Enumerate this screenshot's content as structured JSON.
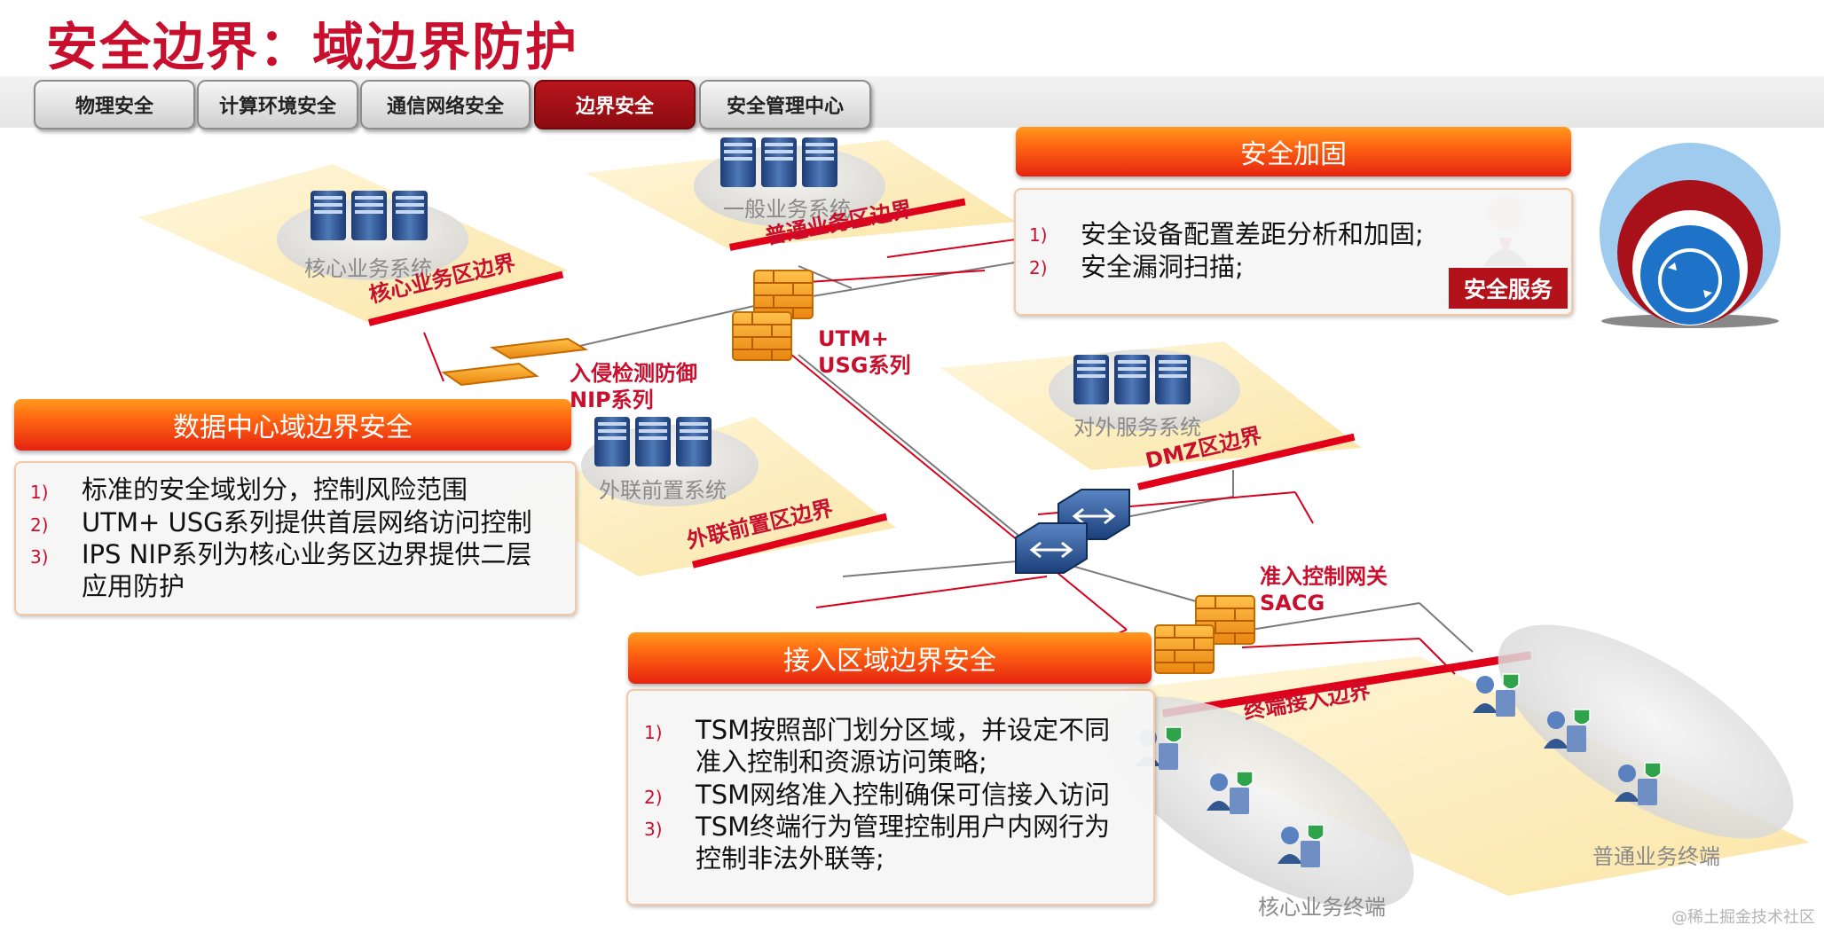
{
  "title": "安全边界：域边界防护",
  "tabs": [
    {
      "label": "物理安全",
      "active": false
    },
    {
      "label": "计算环境安全",
      "active": false
    },
    {
      "label": "通信网络安全",
      "active": false
    },
    {
      "label": "边界安全",
      "active": true
    },
    {
      "label": "安全管理中心",
      "active": false
    }
  ],
  "hardening": {
    "header": "安全加固",
    "items": [
      {
        "num": "1)",
        "text": "安全设备配置差距分析和加固;"
      },
      {
        "num": "2)",
        "text": "安全漏洞扫描;"
      }
    ],
    "service_badge": "安全服务"
  },
  "datacenter": {
    "header": "数据中心域边界安全",
    "items": [
      {
        "num": "1)",
        "text": "标准的安全域划分，控制风险范围"
      },
      {
        "num": "2)",
        "text": "UTM+ USG系列提供首层网络访问控制"
      },
      {
        "num": "3)",
        "line1": "IPS NIP系列为核心业务区边界提供二层",
        "line2": "应用防护"
      }
    ]
  },
  "access": {
    "header": "接入区域边界安全",
    "items": [
      {
        "num": "1)",
        "line1": "TSM按照部门划分区域，并设定不同",
        "line2": "准入控制和资源访问策略;"
      },
      {
        "num": "2)",
        "text": "TSM网络准入控制确保可信接入访问"
      },
      {
        "num": "3)",
        "line1": "TSM终端行为管理控制用户内网行为",
        "line2": "控制非法外联等;"
      }
    ]
  },
  "systems": {
    "core": "核心业务系统",
    "general": "一般业务系统",
    "external_service": "对外服务系统",
    "front": "外联前置系统",
    "core_terminal": "核心业务终端",
    "general_terminal": "普通业务终端"
  },
  "boundaries": {
    "core": "核心业务区边界",
    "general": "普通业务区边界",
    "dmz": "DMZ区边界",
    "front": "外联前置区边界",
    "terminal": "终端接入边界"
  },
  "devices": {
    "utm_line1": "UTM+",
    "utm_line2": "USG系列",
    "nip_line1": "入侵检测防御",
    "nip_line2": "NIP系列",
    "sacg_line1": "准入控制网关",
    "sacg_line2": "SACG"
  },
  "watermark": "@稀土掘金技术社区",
  "colors": {
    "accent_red": "#c8102e",
    "tab_active": "#a3121a",
    "header_orange": "#ff7a14",
    "zone_yellow": "#fdf1c6"
  }
}
